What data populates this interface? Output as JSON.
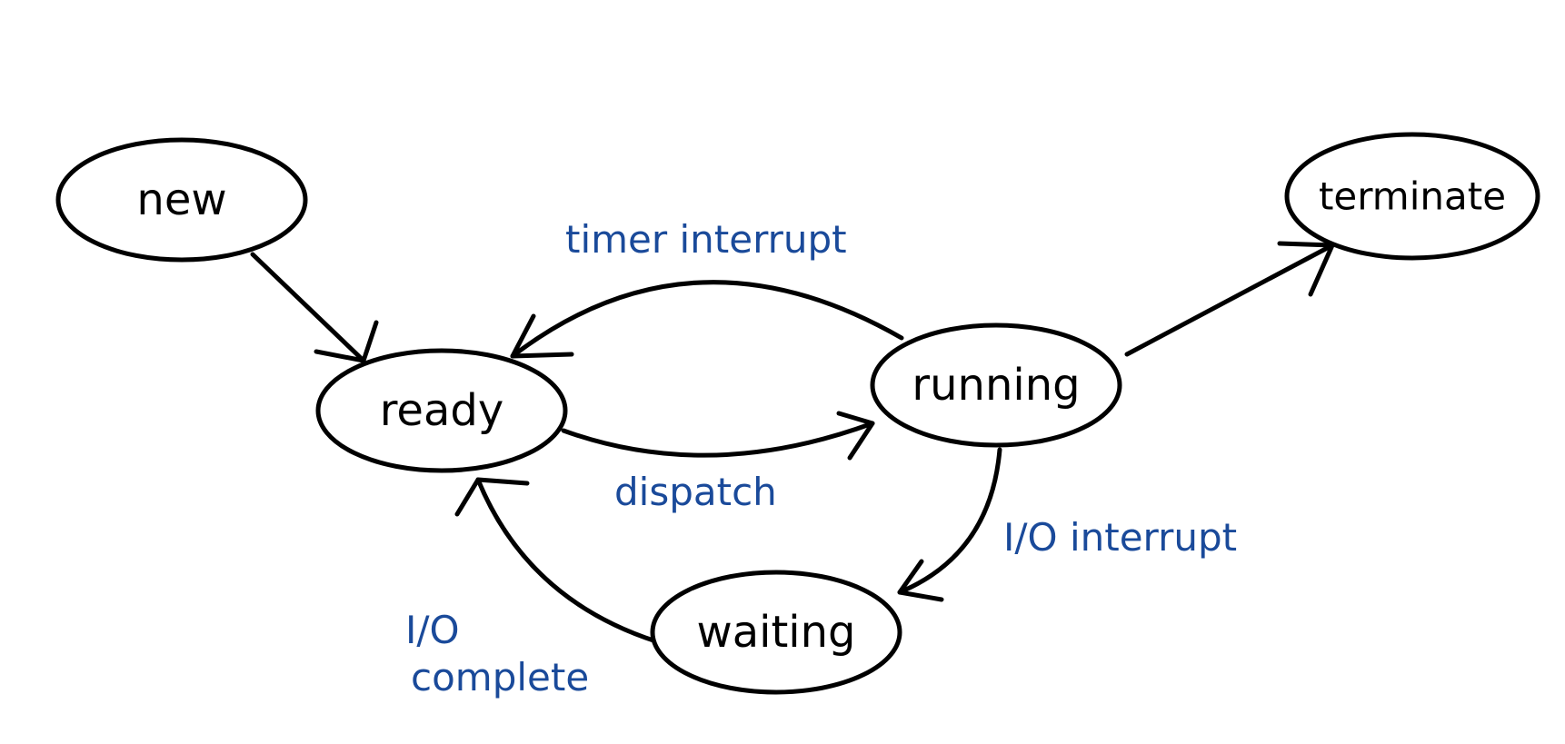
{
  "diagram": {
    "colors": {
      "node_stroke": "#000000",
      "node_text": "#000000",
      "edge_label": "#1a4a9a"
    },
    "nodes": {
      "new": "new",
      "ready": "ready",
      "running": "running",
      "terminate": "terminate",
      "waiting": "waiting"
    },
    "edges": {
      "new_to_ready": "",
      "timer_interrupt": "timer interrupt",
      "dispatch": "dispatch",
      "running_to_terminate": "",
      "io_interrupt": "I/O interrupt",
      "io_complete_line1": "I/O",
      "io_complete_line2": "complete"
    }
  }
}
